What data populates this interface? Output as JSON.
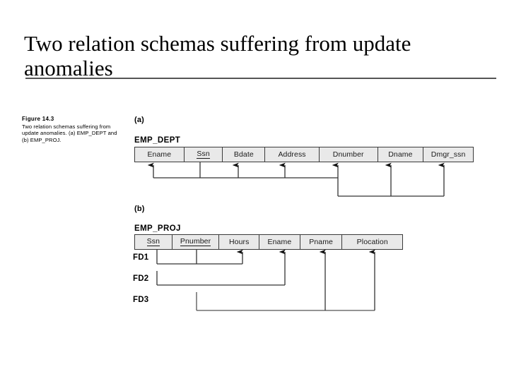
{
  "slide": {
    "title": "Two relation schemas suffering from update anomalies"
  },
  "caption": {
    "figure_number": "Figure 14.3",
    "text": "Two relation schemas suffering from update anomalies. (a) EMP_DEPT and (b) EMP_PROJ."
  },
  "figure": {
    "parts": [
      {
        "label": "(a)",
        "relation_name": "EMP_DEPT",
        "attributes": [
          {
            "name": "Ename",
            "key": false
          },
          {
            "name": "Ssn",
            "key": true
          },
          {
            "name": "Bdate",
            "key": false
          },
          {
            "name": "Address",
            "key": false
          },
          {
            "name": "Dnumber",
            "key": false
          },
          {
            "name": "Dname",
            "key": false
          },
          {
            "name": "Dmgr_ssn",
            "key": false
          }
        ],
        "functional_dependencies": [
          {
            "name": "",
            "determinants": [
              "Ssn"
            ],
            "dependents": [
              "Ename",
              "Bdate",
              "Address",
              "Dnumber"
            ]
          },
          {
            "name": "",
            "determinants": [
              "Dnumber"
            ],
            "dependents": [
              "Dname",
              "Dmgr_ssn"
            ]
          }
        ]
      },
      {
        "label": "(b)",
        "relation_name": "EMP_PROJ",
        "attributes": [
          {
            "name": "Ssn",
            "key": true
          },
          {
            "name": "Pnumber",
            "key": true
          },
          {
            "name": "Hours",
            "key": false
          },
          {
            "name": "Ename",
            "key": false
          },
          {
            "name": "Pname",
            "key": false
          },
          {
            "name": "Plocation",
            "key": false
          }
        ],
        "functional_dependencies": [
          {
            "name": "FD1",
            "determinants": [
              "Ssn",
              "Pnumber"
            ],
            "dependents": [
              "Hours"
            ]
          },
          {
            "name": "FD2",
            "determinants": [
              "Ssn"
            ],
            "dependents": [
              "Ename"
            ]
          },
          {
            "name": "FD3",
            "determinants": [
              "Pnumber"
            ],
            "dependents": [
              "Pname",
              "Plocation"
            ]
          }
        ]
      }
    ]
  },
  "colors": {
    "cell_fill": "#e9e9e9",
    "cell_border": "#3a3a3a",
    "line": "#333333",
    "text": "#000000",
    "rule": "#555555"
  }
}
